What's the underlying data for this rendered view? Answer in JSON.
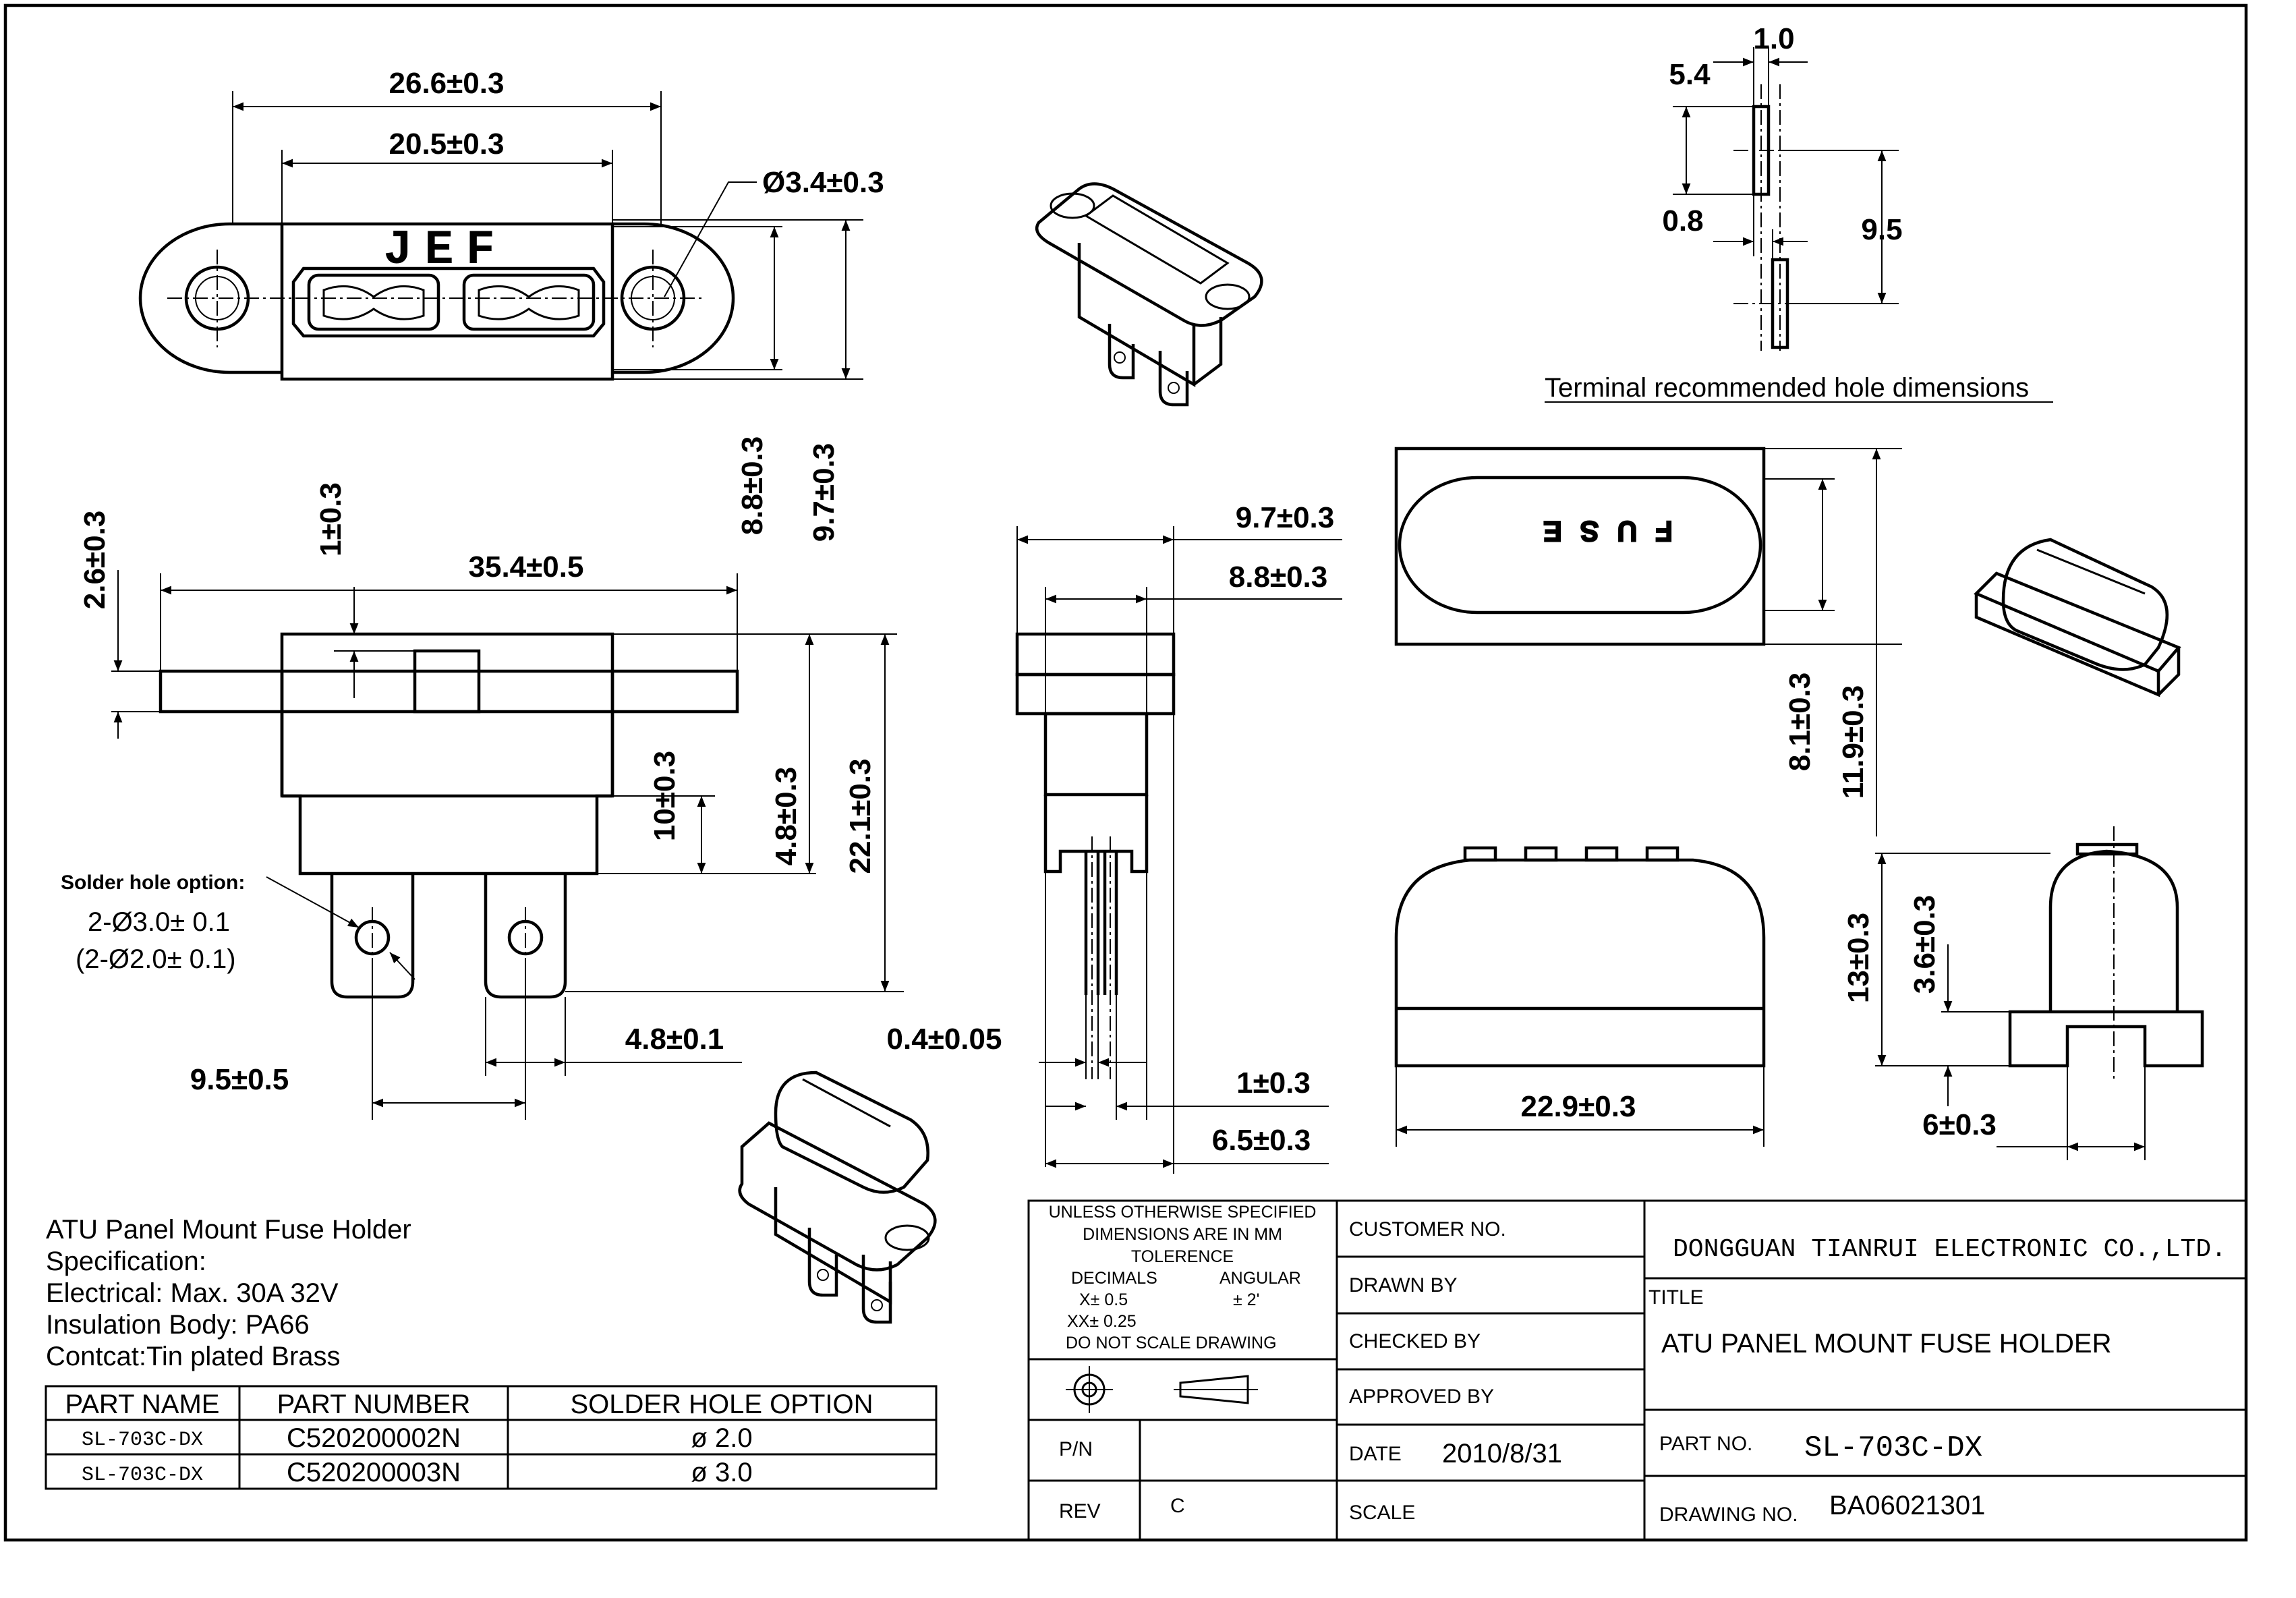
{
  "dimensions": {
    "top_width_outer": "26.6±0.3",
    "top_width_inner": "20.5±0.3",
    "hole_diameter": "Ø3.4±0.3",
    "top_height_88": "8.8±0.3",
    "top_height_97": "9.7±0.3",
    "front_26": "2.6±0.3",
    "front_1": "1±0.3",
    "front_354": "35.4±0.5",
    "front_10": "10±0.3",
    "front_48": "4.8±0.3",
    "front_221": "22.1±0.3",
    "front_95": "9.5±0.5",
    "front_48b": "4.8±0.1",
    "side_97": "9.7±0.3",
    "side_88": "8.8±0.3",
    "side_04": "0.4±0.05",
    "side_1": "1±0.3",
    "side_65": "6.5±0.3",
    "fuse_81": "8.1±0.3",
    "fuse_119": "11.9±0.3",
    "fuse_229": "22.9±0.3",
    "fuse_13": "13±0.3",
    "fuse_36": "3.6±0.3",
    "fuse_6": "6±0.3",
    "term_10": "1.0",
    "term_54": "5.4",
    "term_08": "0.8",
    "term_95": "9.5"
  },
  "labels": {
    "brand_mark": "JEF",
    "fuse_word": "FUSE",
    "terminal_caption": "Terminal recommended hole dimensions",
    "solder_option_title": "Solder hole option:",
    "solder_option_1": "2-Ø3.0± 0.1",
    "solder_option_2": "(2-Ø2.0± 0.1)"
  },
  "spec": {
    "product": "ATU Panel Mount Fuse Holder",
    "heading": "Specification:",
    "electrical": "Electrical: Max. 30A 32V",
    "insulation": "Insulation Body: PA66",
    "contact": "Contcat:Tin plated Brass"
  },
  "parts_table": {
    "headers": [
      "PART NAME",
      "PART NUMBER",
      "SOLDER HOLE OPTION"
    ],
    "rows": [
      [
        "SL-703C-DX",
        "C520200002N",
        "ø 2.0"
      ],
      [
        "SL-703C-DX",
        "C520200003N",
        "ø 3.0"
      ]
    ]
  },
  "title_block": {
    "tolerance_note_1": "UNLESS OTHERWISE SPECIFIED",
    "tolerance_note_2": "DIMENSIONS ARE IN MM",
    "tolerance_heading": "TOLERENCE",
    "decimals_label": "DECIMALS",
    "angular_label": "ANGULAR",
    "x_tol": "X± 0.5",
    "angular_tol": "±  2'",
    "xx_tol": "XX± 0.25",
    "no_scale": "DO NOT SCALE DRAWING",
    "customer_no_label": "CUSTOMER NO.",
    "drawn_by_label": "DRAWN BY",
    "checked_by_label": "CHECKED BY",
    "approved_by_label": "APPROVED BY",
    "date_label": "DATE",
    "date_value": "2010/8/31",
    "scale_label": "SCALE",
    "pn_label": "P/N",
    "rev_label": "REV",
    "rev_value": "C",
    "company": "DONGGUAN TIANRUI ELECTRONIC CO.,LTD.",
    "title_label": "TITLE",
    "title_value": "ATU PANEL MOUNT FUSE HOLDER",
    "part_no_label": "PART NO.",
    "part_no_value": "SL-703C-DX",
    "drawing_no_label": "DRAWING NO.",
    "drawing_no_value": "BA06021301"
  }
}
